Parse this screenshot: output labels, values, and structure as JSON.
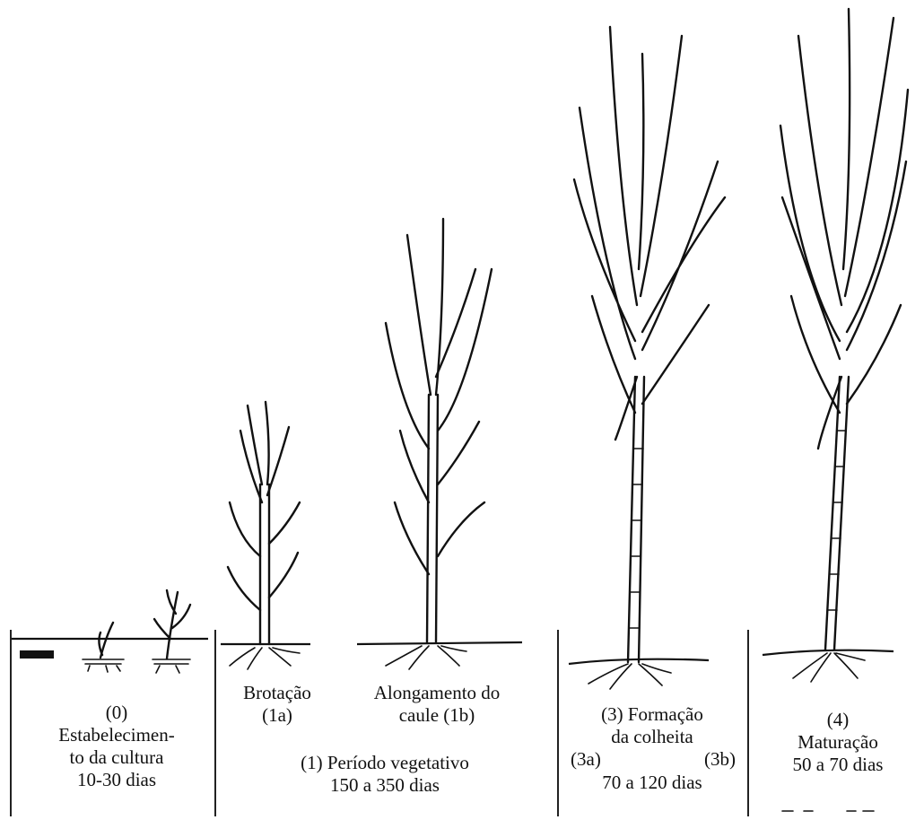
{
  "stages": [
    {
      "id": "stage-0",
      "lines": [
        "(0)",
        "Estabelecimen-",
        "to da cultura",
        "10-30 dias"
      ]
    },
    {
      "id": "stage-1a",
      "lines": [
        "Brotação",
        "(1a)"
      ]
    },
    {
      "id": "stage-1b",
      "lines": [
        "Alongamento do",
        "caule (1b)"
      ]
    },
    {
      "id": "stage-1",
      "lines": [
        "(1) Período vegetativo",
        "150 a 350 dias"
      ]
    },
    {
      "id": "stage-3",
      "lines": [
        "(3) Formação",
        "da colheita"
      ]
    },
    {
      "id": "stage-3-sub",
      "lines": [
        "(3a)",
        "(3b)"
      ]
    },
    {
      "id": "stage-3-days",
      "lines": [
        "70 a 120 dias"
      ]
    },
    {
      "id": "stage-4",
      "lines": [
        "(4)",
        "Maturação",
        "50 a 70 dias"
      ]
    }
  ]
}
